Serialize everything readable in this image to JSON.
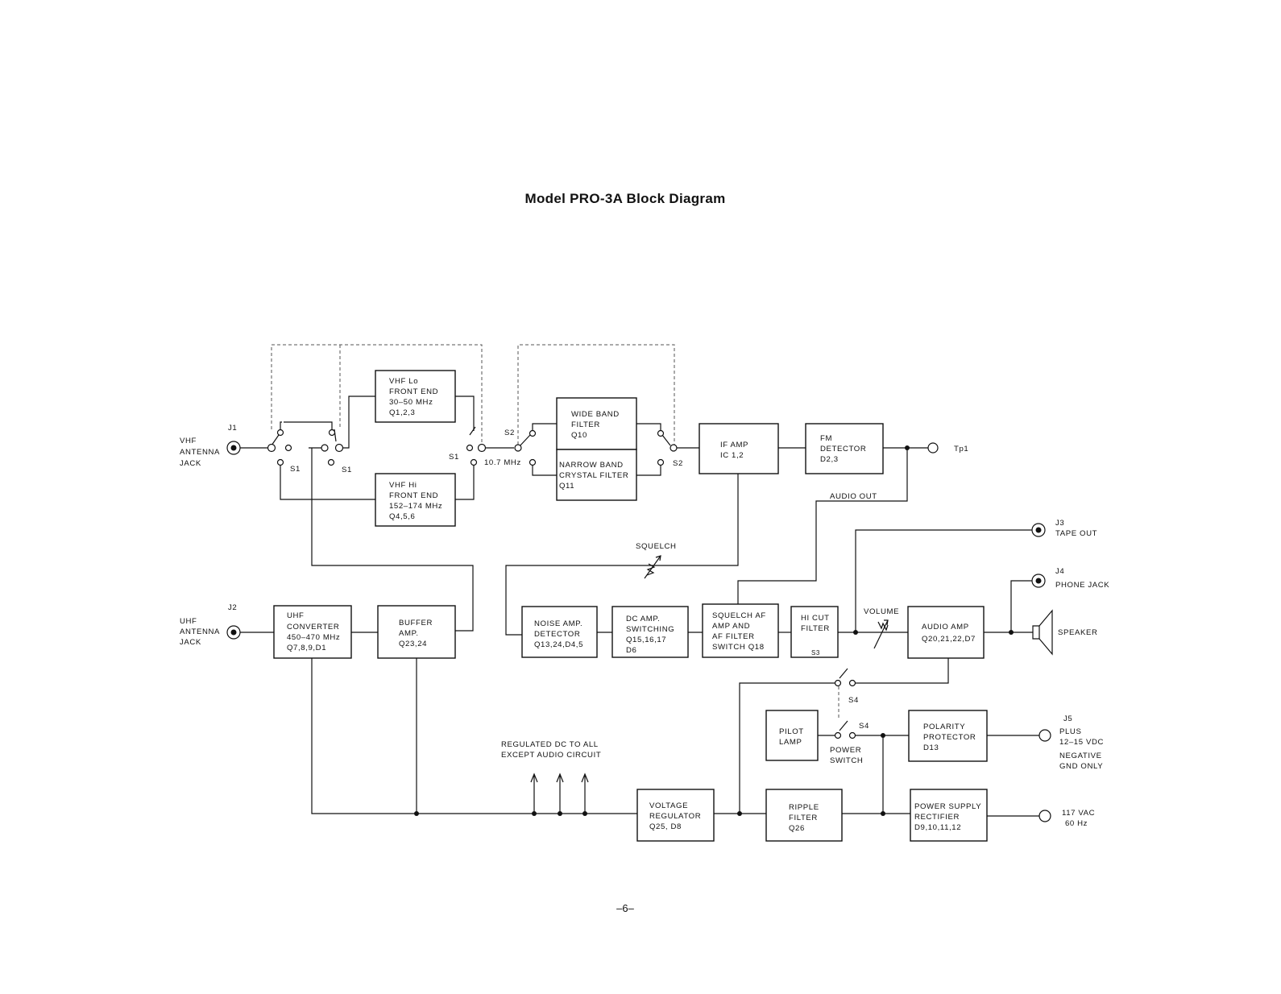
{
  "title": "Model PRO-3A Block Diagram",
  "page_number": "–6–",
  "blocks": {
    "vhf_lo": [
      "VHF Lo",
      "FRONT END",
      "30–50 MHz",
      "Q1,2,3"
    ],
    "vhf_hi": [
      "VHF Hi",
      "FRONT END",
      "152–174 MHz",
      "Q4,5,6"
    ],
    "wide_band": [
      "WIDE BAND",
      "FILTER",
      "Q10"
    ],
    "narrow_band": [
      "NARROW BAND",
      "CRYSTAL FILTER",
      "Q11"
    ],
    "if_amp": [
      "IF AMP",
      "IC 1,2"
    ],
    "fm_detector": [
      "FM",
      "DETECTOR",
      "D2,3"
    ],
    "uhf_converter": [
      "UHF",
      "CONVERTER",
      "450–470 MHz",
      "Q7,8,9,D1"
    ],
    "buffer_amp": [
      "BUFFER",
      "AMP.",
      "Q23,24"
    ],
    "noise_amp": [
      "NOISE AMP.",
      "DETECTOR",
      "Q13,24,D4,5"
    ],
    "dc_amp": [
      "DC AMP.",
      "SWITCHING",
      "Q15,16,17",
      "D6"
    ],
    "squelch_af": [
      "SQUELCH AF",
      "AMP   AND",
      "AF FILTER",
      "SWITCH   Q18"
    ],
    "hi_cut": [
      "HI CUT",
      "FILTER"
    ],
    "audio_amp": [
      "AUDIO AMP",
      "Q20,21,22,D7"
    ],
    "pilot_lamp": [
      "PILOT",
      "LAMP"
    ],
    "polarity": [
      "POLARITY",
      "PROTECTOR",
      "D13"
    ],
    "voltage_reg": [
      "VOLTAGE",
      "REGULATOR",
      "Q25, D8"
    ],
    "ripple": [
      "RIPPLE",
      "FILTER",
      "Q26"
    ],
    "power_supply": [
      "POWER SUPPLY",
      "RECTIFIER",
      "D9,10,11,12"
    ]
  },
  "labels": {
    "j1": "J1",
    "vhf_jack": [
      "VHF",
      "ANTENNA",
      "JACK"
    ],
    "j2": "J2",
    "uhf_jack": [
      "UHF",
      "ANTENNA",
      "JACK"
    ],
    "s1": "S1",
    "s2": "S2",
    "s3": "S3",
    "s4": "S4",
    "freq_10_7": "10.7 MHz",
    "tp1": "Tp1",
    "audio_out": "AUDIO OUT",
    "squelch": "SQUELCH",
    "volume": "VOLUME",
    "j3": "J3",
    "tape_out": "TAPE OUT",
    "j4": "J4",
    "phone_jack": "PHONE JACK",
    "speaker": "SPEAKER",
    "power_switch": [
      "POWER",
      "SWITCH"
    ],
    "j5": "J5",
    "plus": [
      "PLUS",
      "12–15 VDC"
    ],
    "negative": [
      "NEGATIVE",
      "GND ONLY"
    ],
    "vac": [
      "117 VAC",
      "60 Hz"
    ],
    "regulated": [
      "REGULATED DC TO ALL",
      "EXCEPT AUDIO CIRCUIT"
    ]
  }
}
